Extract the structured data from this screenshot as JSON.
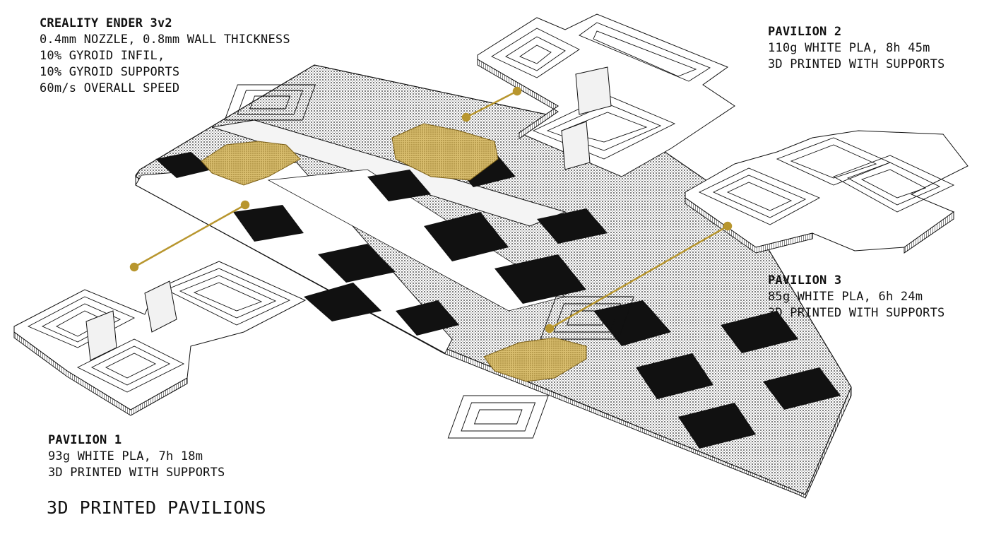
{
  "colors": {
    "accent": "#b8962e",
    "accent_fill": "#c9a853",
    "ink": "#111111",
    "paper": "#ffffff"
  },
  "printer": {
    "title": "CREALITY ENDER 3v2",
    "lines": [
      "0.4mm NOZZLE, 0.8mm WALL THICKNESS",
      "10% GYROID INFIL,",
      "10% GYROID SUPPORTS",
      "60m/s OVERALL SPEED"
    ]
  },
  "pavilions": [
    {
      "title": "PAVILION 1",
      "material": "93g WHITE PLA, 7h 18m",
      "method": "3D PRINTED WITH SUPPORTS"
    },
    {
      "title": "PAVILION 2",
      "material": "110g WHITE PLA, 8h 45m",
      "method": "3D PRINTED WITH SUPPORTS"
    },
    {
      "title": "PAVILION 3",
      "material": "85g WHITE PLA, 6h 24m",
      "method": "3D PRINTED WITH SUPPORTS"
    }
  ],
  "caption": "3D PRINTED PAVILIONS"
}
